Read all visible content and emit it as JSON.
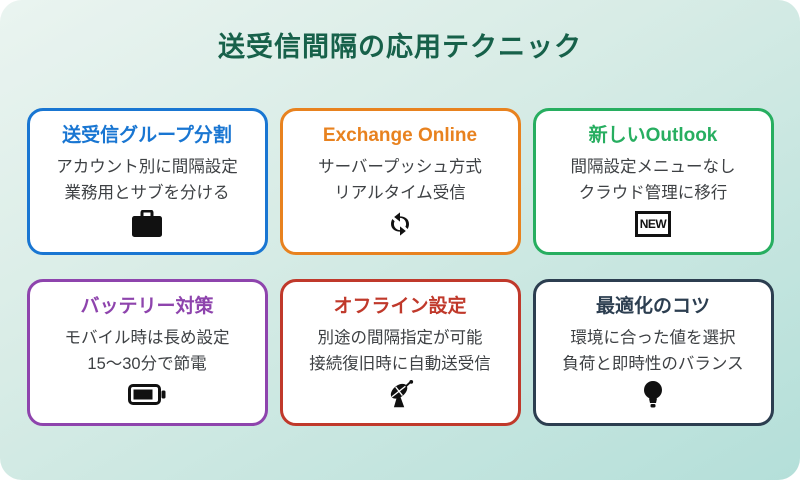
{
  "page": {
    "title": "送受信間隔の応用テクニック",
    "title_color": "#17614a",
    "background_gradient": [
      "#eaf4f0",
      "#b4dfd9"
    ],
    "icon_color": "#111111"
  },
  "cards": [
    {
      "title": "送受信グループ分割",
      "accent": "#1976d2",
      "lines": [
        "アカウント別に間隔設定",
        "業務用とサブを分ける"
      ],
      "icon": "briefcase-icon"
    },
    {
      "title": "Exchange Online",
      "accent": "#e8821f",
      "lines": [
        "サーバープッシュ方式",
        "リアルタイム受信"
      ],
      "icon": "sync-arrows-icon"
    },
    {
      "title": "新しいOutlook",
      "accent": "#27ae60",
      "lines": [
        "間隔設定メニューなし",
        "クラウド管理に移行"
      ],
      "icon": "new-badge-icon",
      "icon_label": "NEW"
    },
    {
      "title": "バッテリー対策",
      "accent": "#8e44ad",
      "lines": [
        "モバイル時は長め設定",
        "15〜30分で節電"
      ],
      "icon": "battery-icon"
    },
    {
      "title": "オフライン設定",
      "accent": "#c0392b",
      "lines": [
        "別途の間隔指定が可能",
        "接続復旧時に自動送受信"
      ],
      "icon": "satellite-dish-icon"
    },
    {
      "title": "最適化のコツ",
      "accent": "#2c3e50",
      "lines": [
        "環境に合った値を選択",
        "負荷と即時性のバランス"
      ],
      "icon": "lightbulb-icon"
    }
  ]
}
